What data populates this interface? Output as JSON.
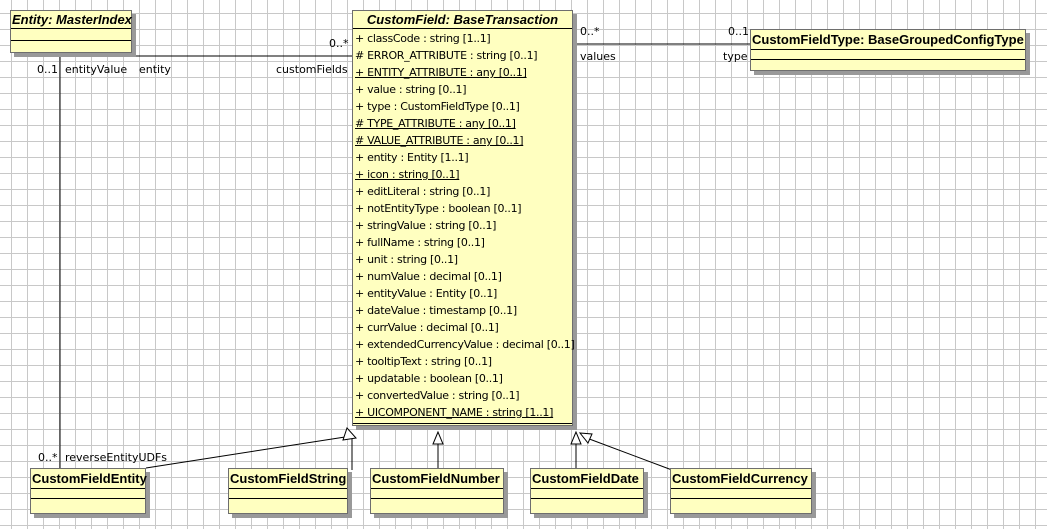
{
  "classes": {
    "master_index": {
      "title": "Entity: MasterIndex"
    },
    "custom_field": {
      "title": "CustomField: BaseTransaction",
      "attributes": [
        {
          "text": "+ classCode : string [1..1]",
          "static": false
        },
        {
          "text": "# ERROR_ATTRIBUTE : string [0..1]",
          "static": false
        },
        {
          "text": "+ ENTITY_ATTRIBUTE : any [0..1]",
          "static": true
        },
        {
          "text": "+ value : string [0..1]",
          "static": false
        },
        {
          "text": "+ type : CustomFieldType [0..1]",
          "static": false
        },
        {
          "text": "# TYPE_ATTRIBUTE : any [0..1]",
          "static": true
        },
        {
          "text": "# VALUE_ATTRIBUTE : any [0..1]",
          "static": true
        },
        {
          "text": "+ entity : Entity [1..1]",
          "static": false
        },
        {
          "text": "+ icon : string [0..1]",
          "static": true
        },
        {
          "text": "+ editLiteral : string [0..1]",
          "static": false
        },
        {
          "text": "+ notEntityType : boolean [0..1]",
          "static": false
        },
        {
          "text": "+ stringValue : string [0..1]",
          "static": false
        },
        {
          "text": "+ fullName : string [0..1]",
          "static": false
        },
        {
          "text": "+ unit : string [0..1]",
          "static": false
        },
        {
          "text": "+ numValue : decimal [0..1]",
          "static": false
        },
        {
          "text": "+ entityValue : Entity [0..1]",
          "static": false
        },
        {
          "text": "+ dateValue : timestamp [0..1]",
          "static": false
        },
        {
          "text": "+ currValue : decimal [0..1]",
          "static": false
        },
        {
          "text": "+ extendedCurrencyValue : decimal [0..1]",
          "static": false
        },
        {
          "text": "+ tooltipText : string [0..1]",
          "static": false
        },
        {
          "text": "+ updatable : boolean [0..1]",
          "static": false
        },
        {
          "text": "+ convertedValue : string [0..1]",
          "static": false
        },
        {
          "text": "+ UICOMPONENT_NAME : string [1..1]",
          "static": true
        }
      ]
    },
    "custom_field_type": {
      "title": "CustomFieldType: BaseGroupedConfigType"
    },
    "custom_field_entity": {
      "title": "CustomFieldEntity"
    },
    "custom_field_string": {
      "title": "CustomFieldString"
    },
    "custom_field_number": {
      "title": "CustomFieldNumber"
    },
    "custom_field_date": {
      "title": "CustomFieldDate"
    },
    "custom_field_currency": {
      "title": "CustomFieldCurrency"
    }
  },
  "labels": {
    "mi_mult": "0..1",
    "entity_value_role": "entityValue",
    "entity_role": "entity",
    "custom_fields_role": "customFields",
    "custom_fields_mult": "0..*",
    "values_mult": "0..*",
    "values_role": "values",
    "type_mult": "0..1",
    "type_role": "type",
    "reverse_mult": "0..*",
    "reverse_role": "reverseEntityUDFs"
  },
  "colors": {
    "class_fill": "#ffffc0",
    "shadow": "#999999",
    "grid": "#c8c8c8"
  }
}
